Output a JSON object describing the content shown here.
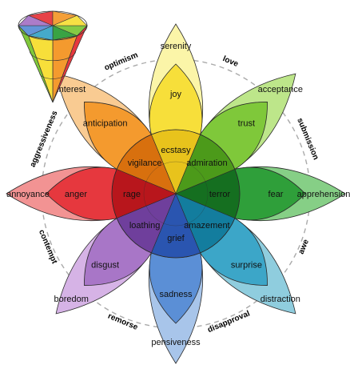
{
  "emotions": [
    {
      "key": "joy",
      "angle": 90,
      "colors": {
        "outer": "#fbf5a8",
        "middle": "#f7df3a",
        "inner": "#e8c31c"
      },
      "outer": "serenity",
      "middle": "joy",
      "inner": "ecstasy"
    },
    {
      "key": "trust",
      "angle": 45,
      "colors": {
        "outer": "#bde68a",
        "middle": "#7fc83a",
        "inner": "#4c9a1a"
      },
      "outer": "acceptance",
      "middle": "trust",
      "inner": "admiration"
    },
    {
      "key": "fear",
      "angle": 0,
      "colors": {
        "outer": "#86cf86",
        "middle": "#2f9f3a",
        "inner": "#156f20"
      },
      "outer": "apprehension",
      "middle": "fear",
      "inner": "terror"
    },
    {
      "key": "surprise",
      "angle": -45,
      "colors": {
        "outer": "#8fcdde",
        "middle": "#3ca6c8",
        "inner": "#137d9e"
      },
      "outer": "distraction",
      "middle": "surprise",
      "inner": "amazement"
    },
    {
      "key": "sadness",
      "angle": -90,
      "colors": {
        "outer": "#a8c5ea",
        "middle": "#5b8fd6",
        "inner": "#2a55b0"
      },
      "outer": "pensiveness",
      "middle": "sadness",
      "inner": "grief"
    },
    {
      "key": "disgust",
      "angle": -135,
      "colors": {
        "outer": "#d6b3e6",
        "middle": "#a876c7",
        "inner": "#6f3f9c"
      },
      "outer": "boredom",
      "middle": "disgust",
      "inner": "loathing"
    },
    {
      "key": "anger",
      "angle": 180,
      "colors": {
        "outer": "#f29393",
        "middle": "#e6383e",
        "inner": "#b8161c"
      },
      "outer": "annoyance",
      "middle": "anger",
      "inner": "rage"
    },
    {
      "key": "anticipation",
      "angle": 135,
      "colors": {
        "outer": "#f9cb92",
        "middle": "#f49a2e",
        "inner": "#d8700e"
      },
      "outer": "interest",
      "middle": "anticipation",
      "inner": "vigilance"
    }
  ],
  "dyads": [
    {
      "label": "love",
      "angle": 67.5
    },
    {
      "label": "submission",
      "angle": 22.5
    },
    {
      "label": "awe",
      "angle": -22.5
    },
    {
      "label": "disapproval",
      "angle": -67.5
    },
    {
      "label": "remorse",
      "angle": -112.5
    },
    {
      "label": "contempt",
      "angle": -157.5
    },
    {
      "label": "aggressiveness",
      "angle": 157.5
    },
    {
      "label": "optimism",
      "angle": 112.5
    }
  ],
  "cone_icon": "emotion-cone-icon"
}
